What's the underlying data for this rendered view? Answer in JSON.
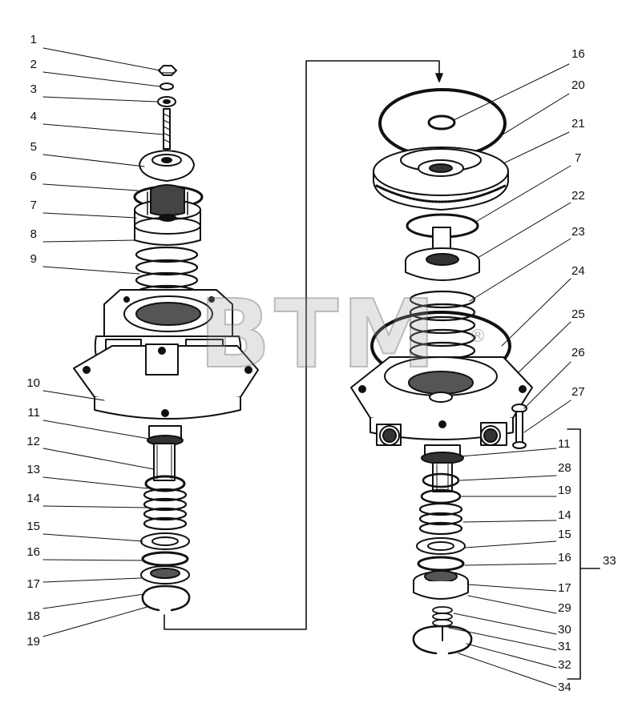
{
  "watermark": {
    "text": "BTM",
    "registered": "®"
  },
  "left_labels": [
    "1",
    "2",
    "3",
    "4",
    "5",
    "6",
    "7",
    "8",
    "9",
    "10",
    "11",
    "12",
    "13",
    "14",
    "15",
    "16",
    "17",
    "18",
    "19"
  ],
  "right_labels": [
    "16",
    "20",
    "21",
    "7",
    "22",
    "23",
    "24",
    "25",
    "26",
    "27",
    "11",
    "28",
    "19",
    "14",
    "15",
    "16",
    "17",
    "29",
    "30",
    "31",
    "32",
    "34"
  ],
  "assembly_label": "33"
}
